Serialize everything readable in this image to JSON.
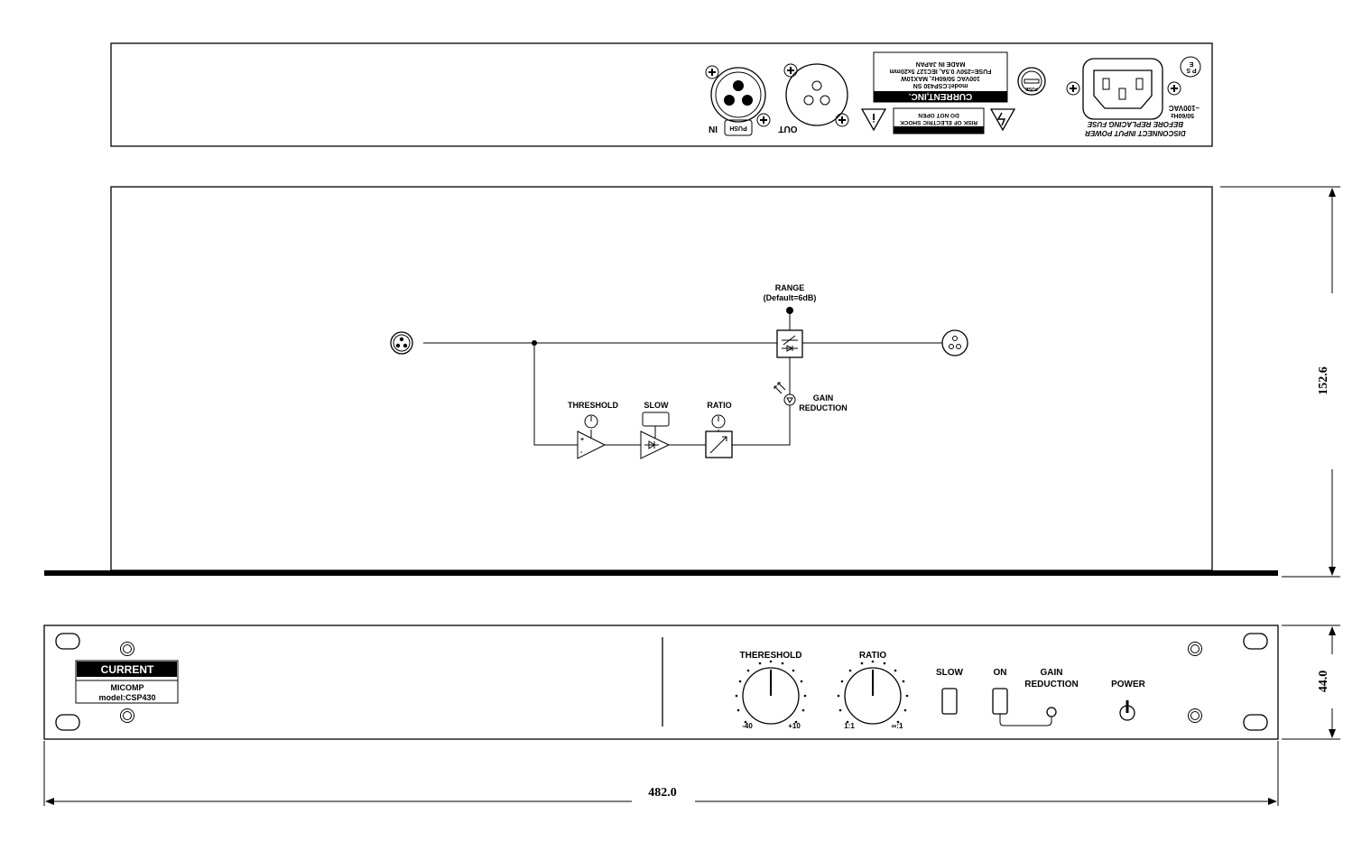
{
  "rear_panel": {
    "label_in": "IN",
    "label_out": "OUT",
    "label_push": "PUSH",
    "warning_caution": "CAUTION",
    "warning_shock": "RISK OF ELECTRIC SHOCK",
    "warning_open": "DO NOT OPEN",
    "brand": "CURRENT,INC.",
    "model_line": "model:CSP430 SN",
    "power_spec": "100VAC 50/60Hz, MAX10W",
    "fuse_spec": "FUSE=250V 0.5A, IEC127 5x20mm",
    "made_in": "MADE IN JAPAN",
    "fuse_label": "FUSE",
    "voltage": "~100VAC",
    "frequency": "50/60Hz",
    "disconnect_1": "DISCONNECT INPUT POWER",
    "disconnect_2": "BEFORE REPLACING FUSE",
    "pse_1": "P S",
    "pse_2": "E"
  },
  "block_diagram": {
    "range_label": "RANGE",
    "range_default": "(Default=6dB)",
    "threshold_label": "THRESHOLD",
    "slow_label": "SLOW",
    "ratio_label": "RATIO",
    "gain_label": "GAIN",
    "reduction_label": "REDUCTION",
    "plus": "+",
    "minus": "-"
  },
  "front_panel": {
    "brand": "CURRENT",
    "product": "MICOMP",
    "model": "model:CSP430",
    "thereshold_label": "THERESHOLD",
    "threshold_min": "-40",
    "threshold_max": "+10",
    "ratio_label": "RATIO",
    "ratio_min": "1:1",
    "ratio_max": "∞:1",
    "slow_label": "SLOW",
    "on_label": "ON",
    "gain_label": "GAIN",
    "reduction_label": "REDUCTION",
    "power_label": "POWER"
  },
  "dimensions": {
    "depth": "152.6",
    "height": "44.0",
    "width": "482.0"
  }
}
